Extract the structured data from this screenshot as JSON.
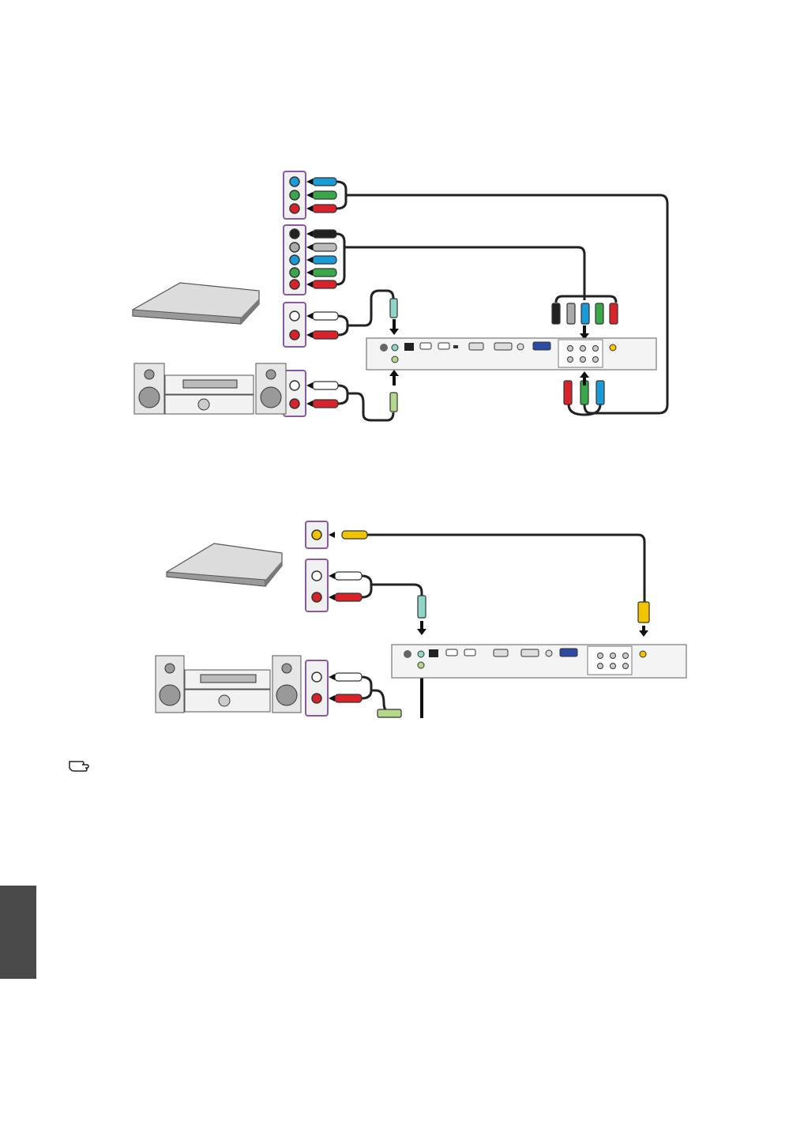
{
  "page": {
    "sidebar_tab": "",
    "note_icon": "pointing-hand-icon"
  },
  "diagrams": [
    {
      "name": "component-connection-diagram",
      "source_panels": [
        "component-jacks-3rca",
        "component-jacks-5bnc",
        "audio-out-jacks"
      ],
      "devices": [
        "av-device",
        "audio-system"
      ],
      "cable_colors": [
        "#1a9ad6",
        "#3aa84a",
        "#d8232a",
        "#222222",
        "#9a9a9a",
        "#f2c400",
        "#8ed6c8",
        "#b4d88a"
      ]
    },
    {
      "name": "video-connection-diagram",
      "source_panels": [
        "video-jack",
        "audio-out-jacks"
      ],
      "devices": [
        "av-device",
        "audio-system"
      ]
    }
  ],
  "colors": {
    "panel_border": "#8a5aa0",
    "panel_fill": "#f0f0f0",
    "cable": "#222222"
  }
}
